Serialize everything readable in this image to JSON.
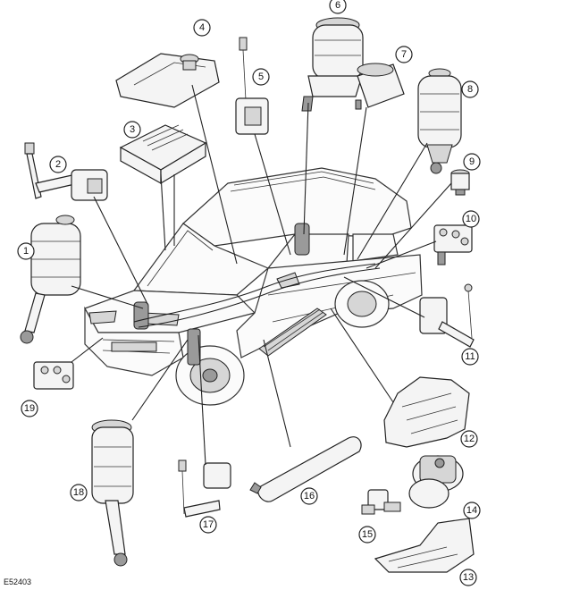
{
  "figure_ref": "E52403",
  "callouts": [
    "1",
    "2",
    "3",
    "4",
    "5",
    "6",
    "7",
    "8",
    "9",
    "10",
    "11",
    "12",
    "13",
    "14",
    "15",
    "16",
    "17",
    "18",
    "19"
  ]
}
